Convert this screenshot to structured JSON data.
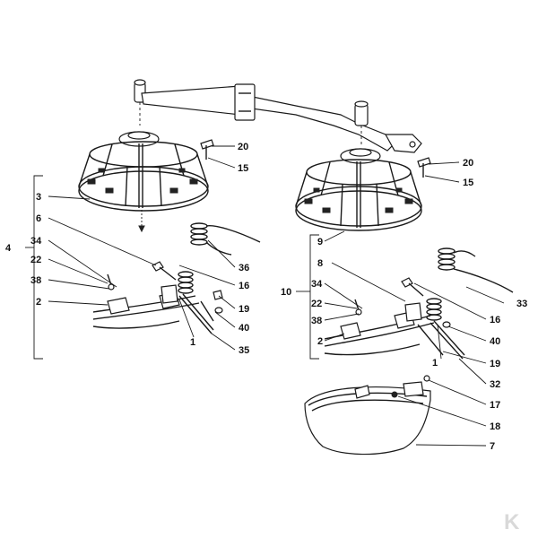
{
  "callouts": [
    {
      "id": "c20a",
      "text": "20"
    },
    {
      "id": "c15a",
      "text": "15"
    },
    {
      "id": "c3",
      "text": "3"
    },
    {
      "id": "c6",
      "text": "6"
    },
    {
      "id": "c4",
      "text": "4"
    },
    {
      "id": "c34a",
      "text": "34"
    },
    {
      "id": "c22a",
      "text": "22"
    },
    {
      "id": "c38a",
      "text": "38"
    },
    {
      "id": "c2a",
      "text": "2"
    },
    {
      "id": "c36",
      "text": "36"
    },
    {
      "id": "c16a",
      "text": "16"
    },
    {
      "id": "c19a",
      "text": "19"
    },
    {
      "id": "c40a",
      "text": "40"
    },
    {
      "id": "c1a",
      "text": "1"
    },
    {
      "id": "c35",
      "text": "35"
    },
    {
      "id": "c20b",
      "text": "20"
    },
    {
      "id": "c15b",
      "text": "15"
    },
    {
      "id": "c9",
      "text": "9"
    },
    {
      "id": "c8",
      "text": "8"
    },
    {
      "id": "c10",
      "text": "10"
    },
    {
      "id": "c34b",
      "text": "34"
    },
    {
      "id": "c22b",
      "text": "22"
    },
    {
      "id": "c38b",
      "text": "38"
    },
    {
      "id": "c2b",
      "text": "2"
    },
    {
      "id": "c33",
      "text": "33"
    },
    {
      "id": "c16b",
      "text": "16"
    },
    {
      "id": "c40b",
      "text": "40"
    },
    {
      "id": "c19b",
      "text": "19"
    },
    {
      "id": "c1b",
      "text": "1"
    },
    {
      "id": "c32",
      "text": "32"
    },
    {
      "id": "c17",
      "text": "17"
    },
    {
      "id": "c18",
      "text": "18"
    },
    {
      "id": "c7",
      "text": "7"
    }
  ],
  "logo": {
    "text": "K",
    "color": "#d9d9d9"
  }
}
